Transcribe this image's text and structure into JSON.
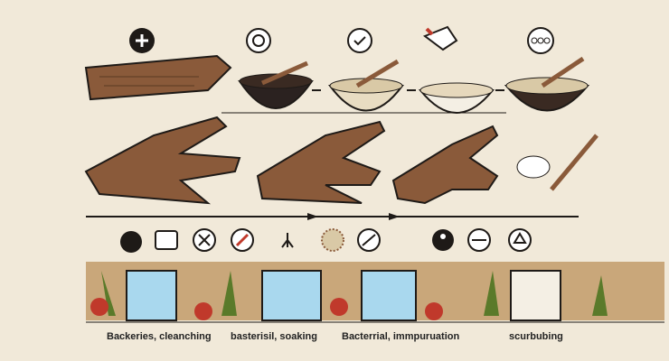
{
  "colors": {
    "background": "#f1e9d9",
    "wood": "#8a5a3a",
    "soil": "#c9a77a",
    "water": "#a9d8ee",
    "outline": "#1e1a17",
    "leaf": "#5a7a2a",
    "flower": "#c0392b"
  },
  "top_icons": [
    "plus-icon",
    "refresh-icon",
    "check-icon",
    "hand-icon",
    "dots-icon"
  ],
  "mid_icons": [
    "bacteria-icon",
    "chat-icon",
    "cross-icon",
    "brush-icon",
    "root-icon",
    "grid-icon",
    "tool-icon",
    "person-icon",
    "plug-icon",
    "recycle-icon"
  ],
  "labels": [
    "Backeries, cleanching",
    "basterisil, soaking",
    "Bacterrial, immpuruation",
    "scurbubing"
  ]
}
